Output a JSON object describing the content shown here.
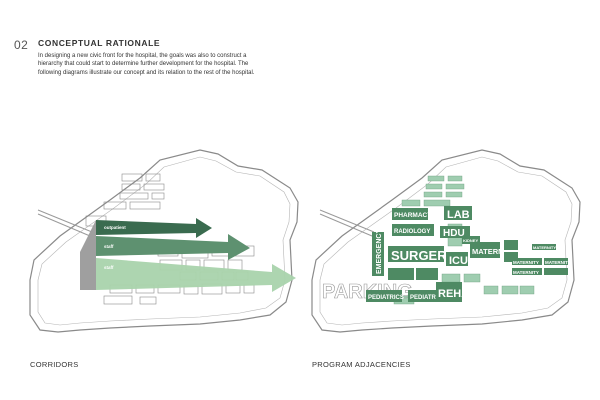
{
  "section": {
    "number": "02",
    "title": "CONCEPTUAL RATIONALE",
    "body": "In designing a new civic front for the hospital, the goals was also to construct a hierarchy that could start to determine further development for the hospital. The following diagrams illustrate our concept and its relation to the rest of the hospital."
  },
  "left_diagram": {
    "caption": "CORRIDORS",
    "arrow_labels": [
      "outpatient",
      "staff",
      "staff"
    ]
  },
  "right_diagram": {
    "caption": "PROGRAM ADJACENCIES",
    "program_labels": [
      "PARKING",
      "EMERGENCY",
      "SURGERY",
      "RADIOLOGY",
      "PHARMACY",
      "LAB",
      "HDU",
      "ICU",
      "MATERNITY",
      "PEDIATRICS",
      "REHAB",
      "PEDIATRICS",
      "KIDNEY",
      "MATERNITY",
      "MATERNITY",
      "MATERNITY",
      "MATERNITY"
    ]
  },
  "colors": {
    "arrow_dark": "#3a6b4f",
    "arrow_mid": "#5e9170",
    "arrow_light": "#a9d3ac",
    "program_green": "#4e8a63",
    "program_light": "#9fcdb0",
    "outline": "#8a8a8a"
  }
}
